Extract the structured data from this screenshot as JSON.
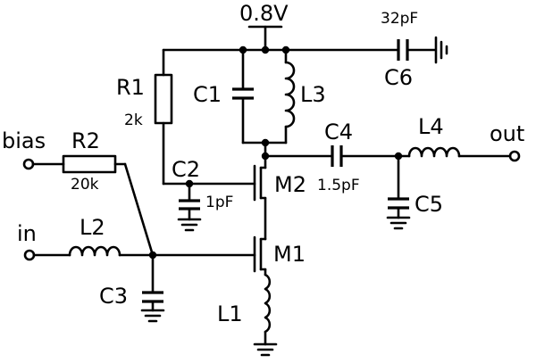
{
  "labels": {
    "supply": "0.8V",
    "bias": "bias",
    "in": "in",
    "out": "out"
  },
  "components": {
    "R1": {
      "name": "R1",
      "value": "2k"
    },
    "R2": {
      "name": "R2",
      "value": "20k"
    },
    "C1": {
      "name": "C1"
    },
    "C2": {
      "name": "C2",
      "value": "1pF"
    },
    "C3": {
      "name": "C3"
    },
    "C4": {
      "name": "C4",
      "value": "1.5pF"
    },
    "C5": {
      "name": "C5"
    },
    "C6": {
      "name": "C6",
      "value": "32pF"
    },
    "L1": {
      "name": "L1"
    },
    "L2": {
      "name": "L2"
    },
    "L3": {
      "name": "L3"
    },
    "L4": {
      "name": "L4"
    },
    "M1": {
      "name": "M1"
    },
    "M2": {
      "name": "M2"
    }
  }
}
